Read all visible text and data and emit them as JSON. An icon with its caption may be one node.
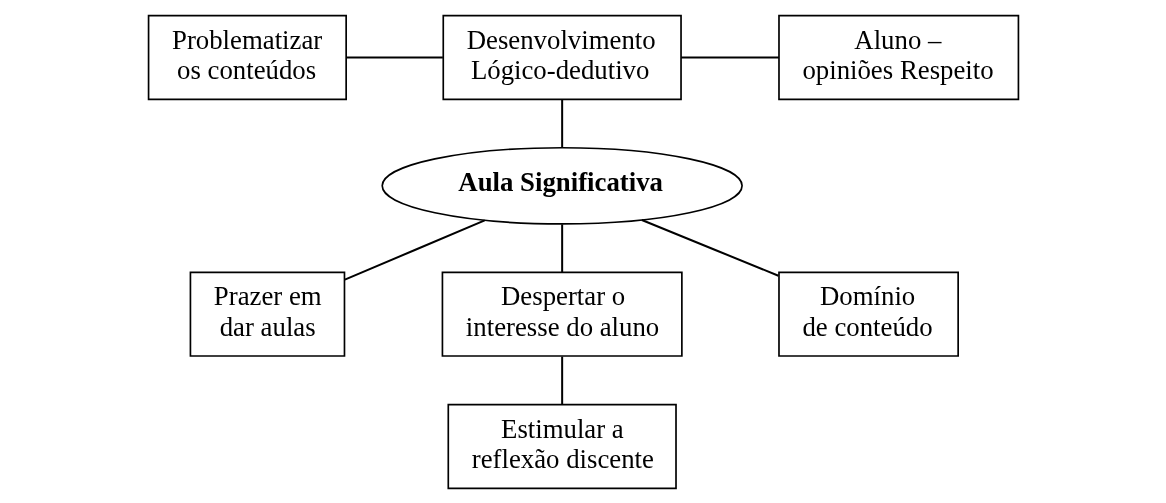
{
  "diagram": {
    "nodes": [
      {
        "text": [
          "Desenvolvimento Lógico-dedutivo"
        ]
      },
      {
        "text": [
          "Problematizar os conteúdos"
        ]
      },
      {
        "text": [
          "Aluno – opiniões Respeito"
        ]
      },
      {
        "text": [
          "Aula Significativa"
        ]
      },
      {
        "text": [
          "Prazer em dar aulas"
        ]
      },
      {
        "text": [
          "Despertar o interesse do aluno"
        ]
      },
      {
        "text": [
          "Domínio de conteúdo"
        ]
      },
      {
        "text": [
          "Estimular a reflexão discente"
        ]
      }
    ],
    "edges": [
      {
        "from": 1,
        "to": 0,
        "arrow": "none"
      },
      {
        "from": 0,
        "to": 2,
        "arrow": "none"
      },
      {
        "from": 0,
        "to": 3,
        "arrow": "none"
      },
      {
        "from": 3,
        "to": 4,
        "arrow": "none"
      },
      {
        "from": 3,
        "to": 5,
        "arrow": "none"
      },
      {
        "from": 3,
        "to": 6,
        "arrow": "none"
      },
      {
        "from": 5,
        "to": 7,
        "arrow": "none"
      }
    ]
  }
}
